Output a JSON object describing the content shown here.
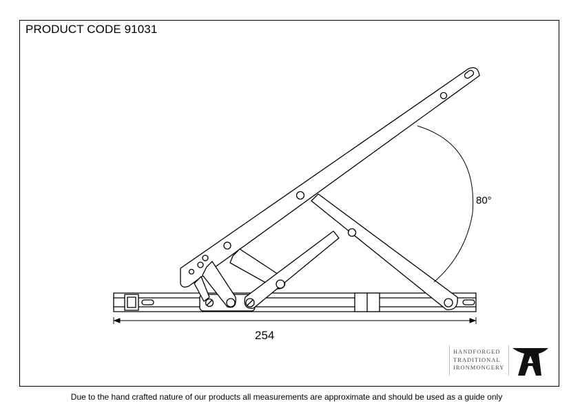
{
  "header": {
    "product_code": "PRODUCT CODE 91031"
  },
  "dimensions": {
    "angle_label": "80°",
    "length_label": "254"
  },
  "footer": {
    "disclaimer": "Due to the hand crafted nature of our products all measurements are approximate and should be used as a guide only"
  },
  "logo": {
    "line1": "HANDFORGED",
    "line2": "TRADITIONAL",
    "line3": "IRONMONGERY",
    "mark": "A"
  },
  "colors": {
    "line": "#000000",
    "background": "#ffffff",
    "logo_text": "#444444"
  }
}
